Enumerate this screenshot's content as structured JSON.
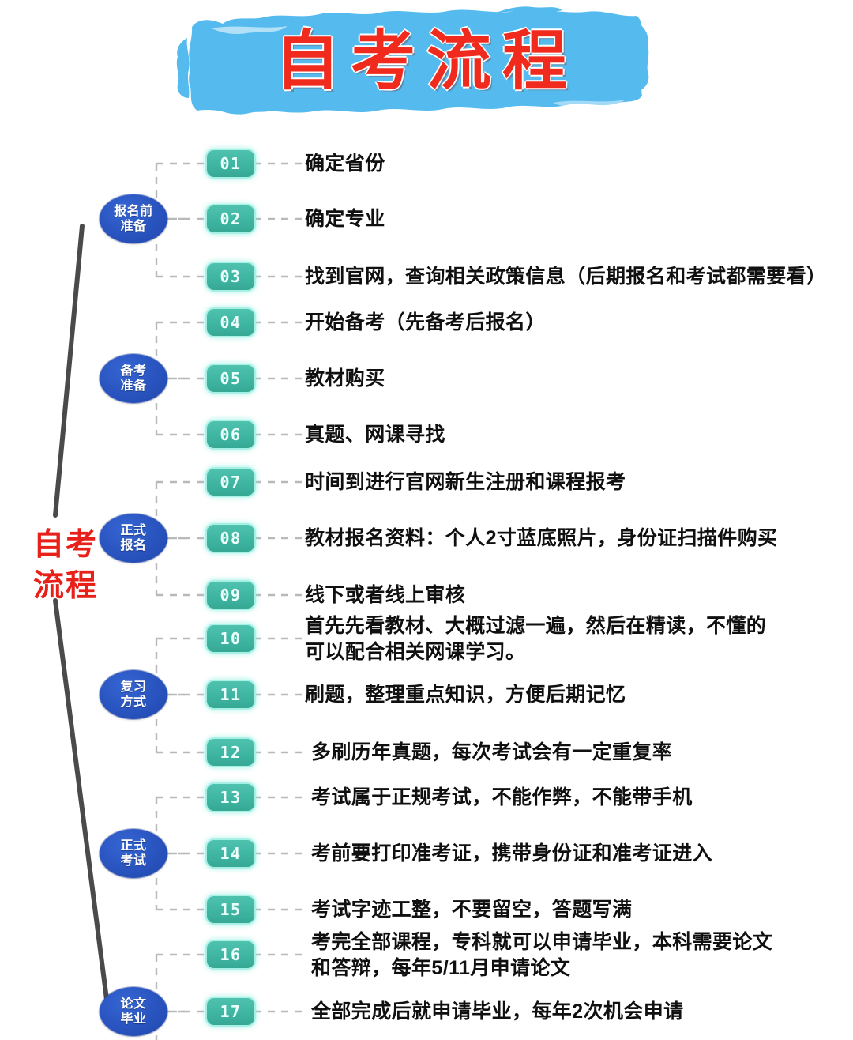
{
  "title": "自考流程",
  "trunk": {
    "label_line1": "自考",
    "label_line2": "流程"
  },
  "colors": {
    "title_text": "#F02B1D",
    "banner_brush": "#55BBEE",
    "category_ellipse": "#2953BE",
    "badge_fill": "#3FB6A2",
    "badge_glow": "#A7F0E6",
    "trunk_line": "#4A4A4A",
    "dashed_connector": "#B9B9B9",
    "step_text": "#101010",
    "background": "#FFFFFF"
  },
  "categories": [
    {
      "id": "cat-pre-signup",
      "line1": "报名前",
      "line2": "准备"
    },
    {
      "id": "cat-prep",
      "line1": "备考",
      "line2": "准备"
    },
    {
      "id": "cat-signup",
      "line1": "正式",
      "line2": "报名"
    },
    {
      "id": "cat-review",
      "line1": "复习",
      "line2": "方式"
    },
    {
      "id": "cat-exam",
      "line1": "正式",
      "line2": "考试"
    },
    {
      "id": "cat-thesis",
      "line1": "论文",
      "line2": "毕业"
    }
  ],
  "steps": [
    {
      "num": "01",
      "text": "确定省份"
    },
    {
      "num": "02",
      "text": "确定专业"
    },
    {
      "num": "03",
      "text": "找到官网，查询相关政策信息（后期报名和考试都需要看）"
    },
    {
      "num": "04",
      "text": "开始备考（先备考后报名）"
    },
    {
      "num": "05",
      "text": "教材购买"
    },
    {
      "num": "06",
      "text": "真题、网课寻找"
    },
    {
      "num": "07",
      "text": "时间到进行官网新生注册和课程报考"
    },
    {
      "num": "08",
      "text": "教材报名资料：个人2寸蓝底照片，身份证扫描件购买"
    },
    {
      "num": "09",
      "text": "线下或者线上审核"
    },
    {
      "num": "10",
      "text": "首先先看教材、大概过滤一遍，然后在精读，不懂的\n可以配合相关网课学习。"
    },
    {
      "num": "11",
      "text": "刷题，整理重点知识，方便后期记忆"
    },
    {
      "num": "12",
      "text": "多刷历年真题，每次考试会有一定重复率"
    },
    {
      "num": "13",
      "text": "考试属于正规考试，不能作弊，不能带手机"
    },
    {
      "num": "14",
      "text": "考前要打印准考证，携带身份证和准考证进入"
    },
    {
      "num": "15",
      "text": "考试字迹工整，不要留空，答题写满"
    },
    {
      "num": "16",
      "text": "考完全部课程，专科就可以申请毕业，本科需要论文\n和答辩，每年5/11月申请论文"
    },
    {
      "num": "17",
      "text": "全部完成后就申请毕业，每年2次机会申请"
    }
  ]
}
